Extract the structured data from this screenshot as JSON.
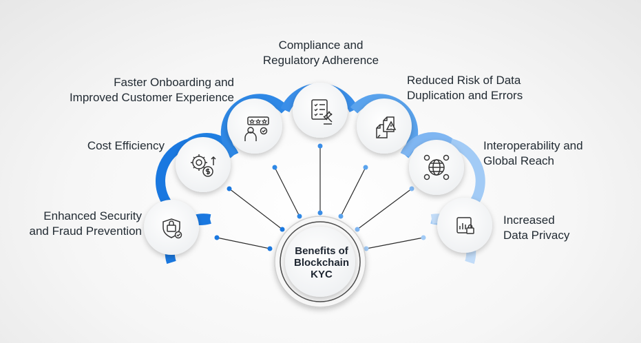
{
  "center": {
    "lines": [
      "Benefits of",
      "Blockchain",
      "KYC"
    ]
  },
  "colors": {
    "dark_blue": "#1a78e0",
    "mid_blue": "#3a8ee8",
    "light_blue": "#8fc0f5",
    "lighter_blue": "#b9d8f8",
    "dot": "#2f86e6",
    "connector": "#2b2b2b"
  },
  "benefits": [
    {
      "lines": [
        "Enhanced Security",
        "and Fraud Prevention"
      ],
      "icon": "shield-lock-icon"
    },
    {
      "lines": [
        "Cost Efficiency"
      ],
      "icon": "gear-dollar-icon"
    },
    {
      "lines": [
        "Faster Onboarding and",
        "Improved Customer Experience"
      ],
      "icon": "customer-rating-icon"
    },
    {
      "lines": [
        "Compliance and",
        "Regulatory Adherence"
      ],
      "icon": "checklist-gavel-icon"
    },
    {
      "lines": [
        "Reduced Risk of Data",
        "Duplication and Errors"
      ],
      "icon": "duplicate-warning-icon"
    },
    {
      "lines": [
        "Interoperability and",
        "Global Reach"
      ],
      "icon": "globe-network-icon"
    },
    {
      "lines": [
        "Increased",
        "Data Privacy"
      ],
      "icon": "chart-lock-icon"
    }
  ]
}
